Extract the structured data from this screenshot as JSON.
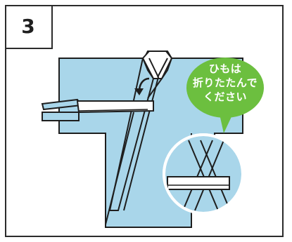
{
  "step": {
    "number": "3"
  },
  "callout": {
    "lines": [
      "ひもは",
      "折りたたんで",
      "ください"
    ],
    "bubble_color": "#6cbf3f",
    "text_color": "#ffffff"
  },
  "colors": {
    "garment_fill": "#a9d6ea",
    "outline": "#1e1e1e",
    "frame": "#2b2b2b"
  },
  "icons": {
    "fold_arrow": "curved-arrow-icon",
    "zoom_circle": "magnifier-detail-icon"
  }
}
